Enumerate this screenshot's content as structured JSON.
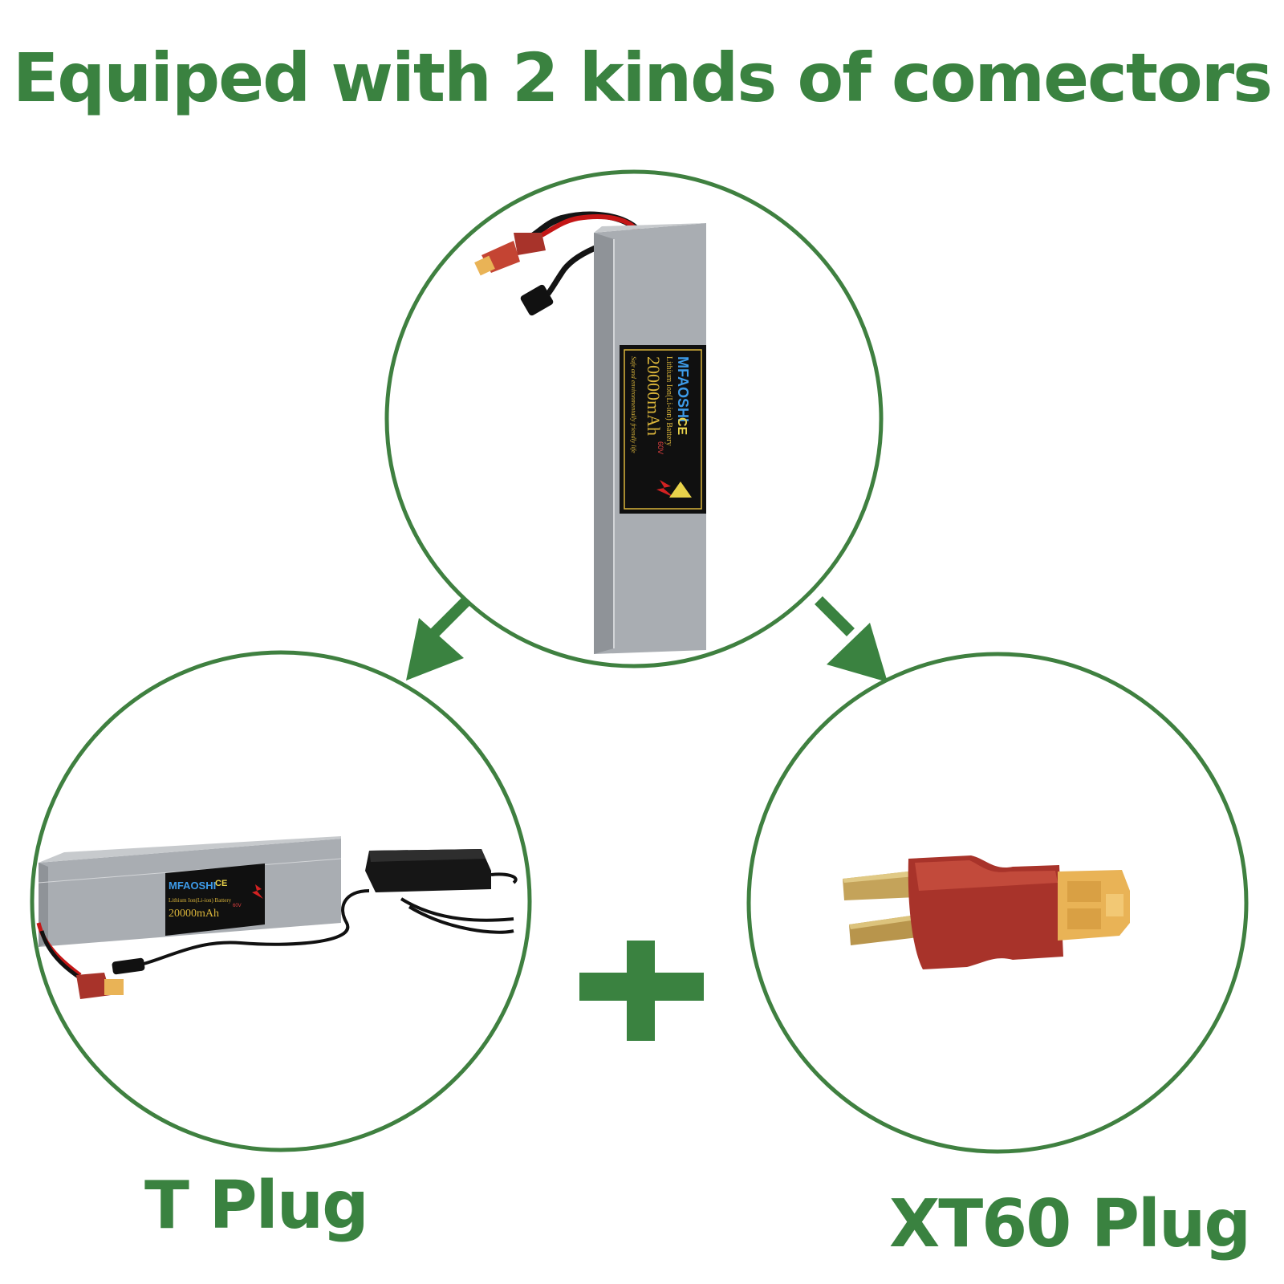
{
  "headline": "Equiped with 2 kinds of comectors",
  "colors": {
    "brand_green": "#3a8240",
    "ring_green": "#3f8040",
    "battery_gray": "#a9adb2",
    "connector_red": "#a8332a",
    "connector_yellow": "#e9b356",
    "label_black": "#101010",
    "label_gold": "#d9b43a"
  },
  "battery_label": {
    "brand": "MFAOSHI",
    "type": "Lithium Ion(Li-ion) Battery",
    "type_short": "Lithium Ion(Li-ion) Battery",
    "capacity": "20000mAh",
    "voltage": "60V",
    "slogan": "Safe and environmentally friendly life",
    "marks": "CE"
  },
  "plugs": [
    {
      "id": "t-plug",
      "label": "T Plug"
    },
    {
      "id": "xt60-plug",
      "label": "XT60 Plug"
    }
  ],
  "icons": {
    "arrow_left": "arrow-down-left-icon",
    "arrow_right": "arrow-down-right-icon",
    "plus": "plus-icon",
    "bolt": "lightning-bolt-icon"
  }
}
